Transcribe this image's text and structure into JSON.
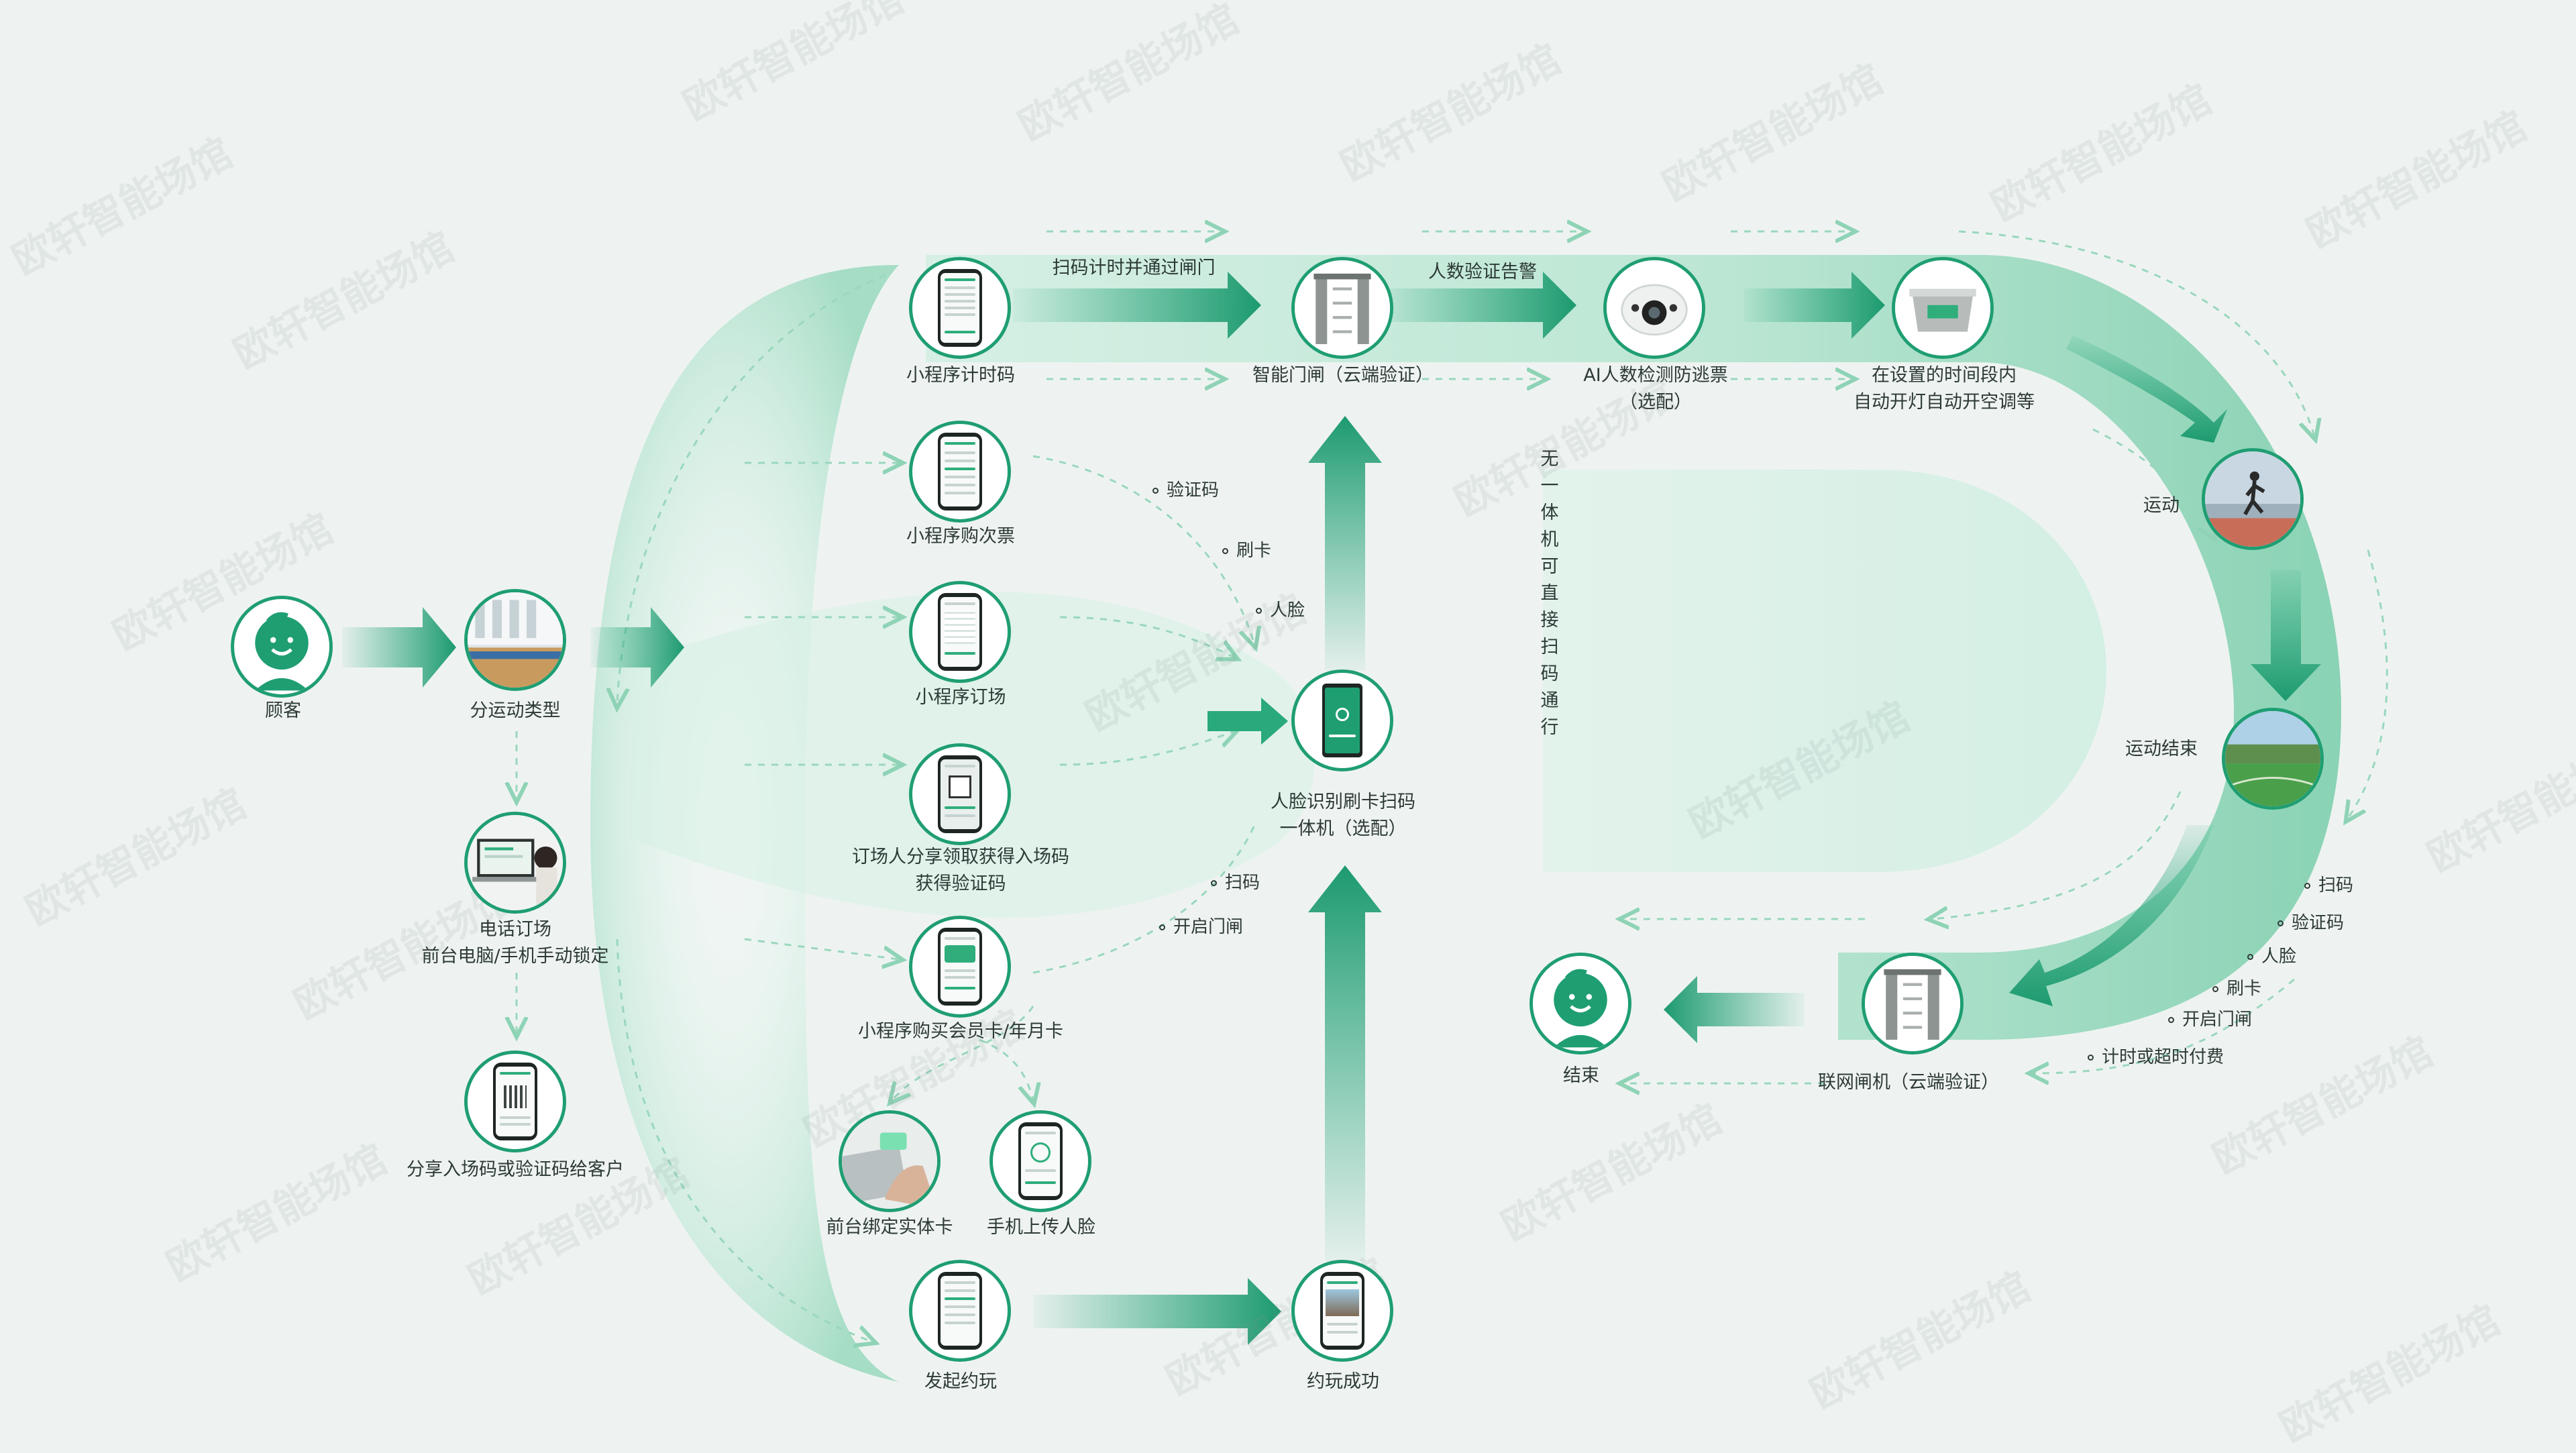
{
  "watermark": "欧轩智能场馆",
  "colors": {
    "accent": "#1f9e72",
    "flow": "#22a67a",
    "flow_light": "#bfe7d6",
    "text": "#2d3a36"
  },
  "nodes": {
    "customer": "顾客",
    "sport_type": "分运动类型",
    "phone_booking": [
      "电话订场",
      "前台电脑/手机手动锁定"
    ],
    "share_code": "分享入场码或验证码给客户",
    "mini_timer": "小程序计时码",
    "mini_ticket": "小程序购次票",
    "mini_booking": "小程序订场",
    "share_receive": [
      "订场人分享领取获得入场码",
      "获得验证码"
    ],
    "mini_member": "小程序购买会员卡/年月卡",
    "bind_card": "前台绑定实体卡",
    "upload_face": "手机上传人脸",
    "invite": "发起约玩",
    "invite_success": "约玩成功",
    "smart_gate": "智能门闸（云端验证）",
    "ai_count": [
      "AI人数检测防逃票",
      "（选配）"
    ],
    "auto_light": [
      "在设置的时间段内",
      "自动开灯自动开空调等"
    ],
    "face_terminal": [
      "人脸识别刷卡扫码",
      "一体机（选配）"
    ],
    "exercise": "运动",
    "exercise_end": "运动结束",
    "network_gate": "联网闸机（云端验证）",
    "finish": "结束"
  },
  "edge_labels": {
    "scan_pass": "扫码计时并通过闸门",
    "count_alarm": "人数验证告警",
    "no_terminal": "无一体机可直接扫码通行"
  },
  "terminal_methods": [
    "验证码",
    "刷卡",
    "人脸",
    "扫码",
    "开启门闸"
  ],
  "exit_methods": [
    "扫码",
    "验证码",
    "人脸",
    "刷卡",
    "开启门闸",
    "计时或超时付费"
  ]
}
